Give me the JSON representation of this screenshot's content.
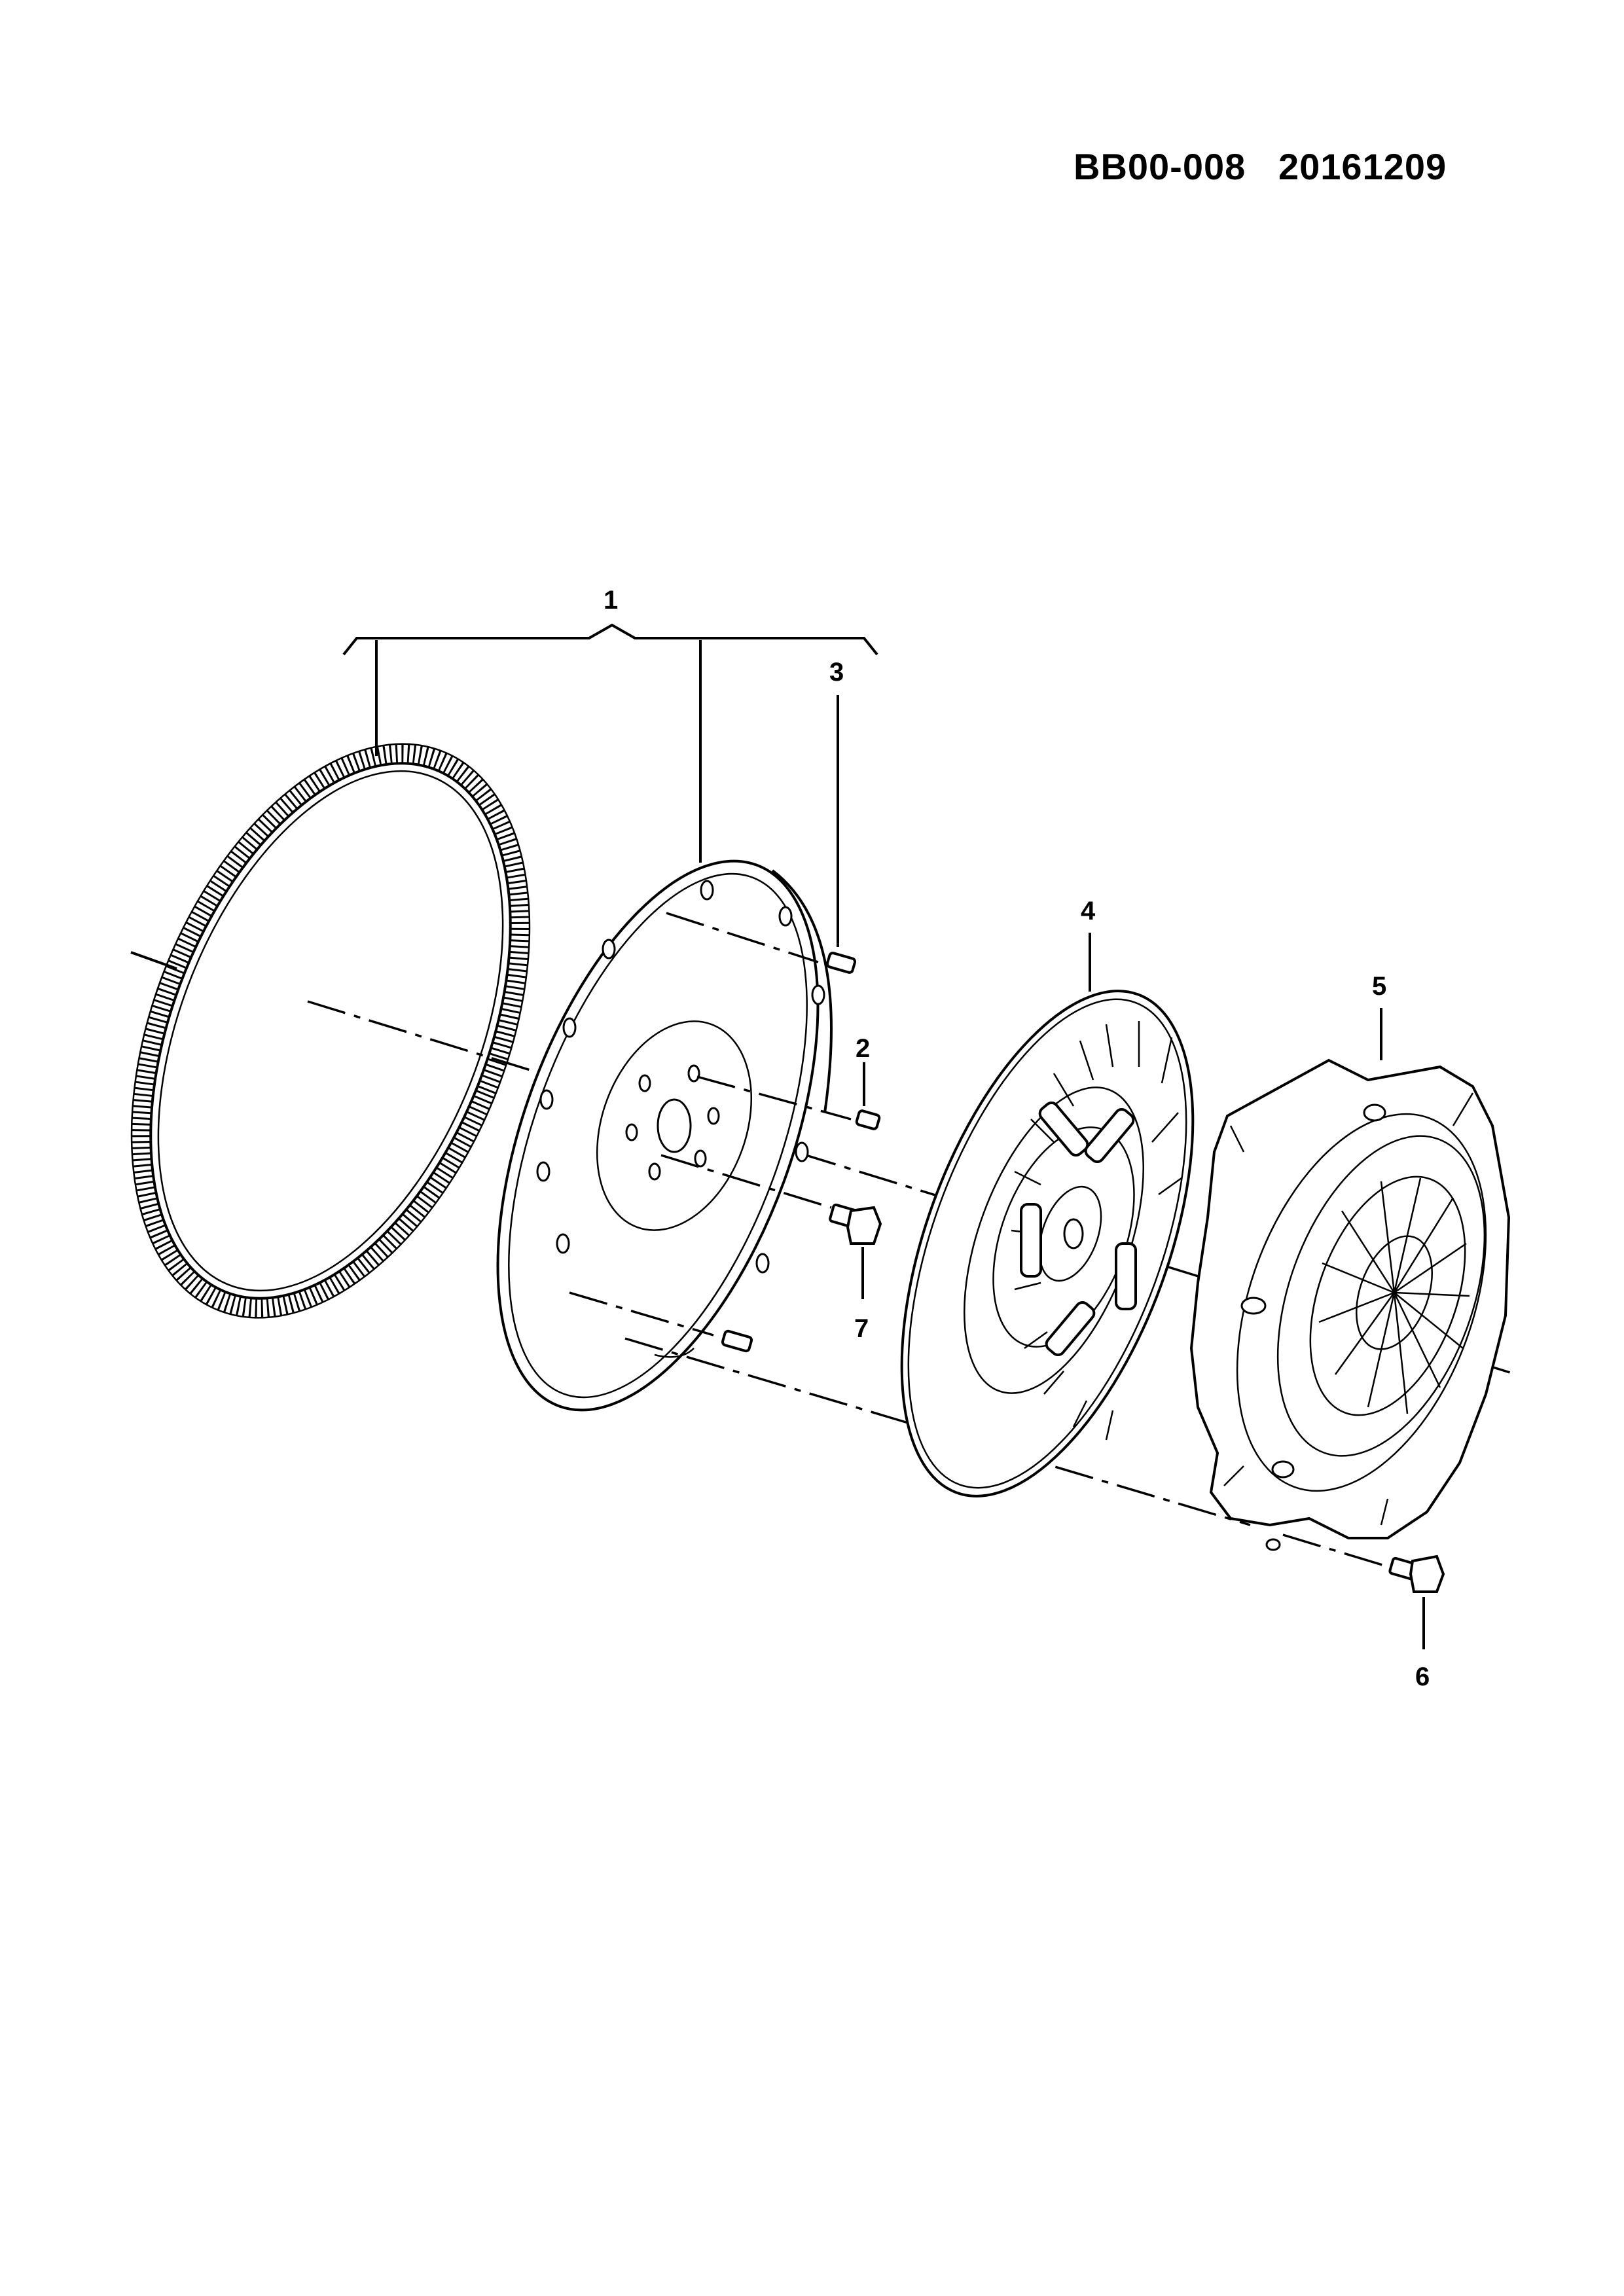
{
  "sheet": {
    "id": "BB00-008",
    "date": "20161209"
  },
  "callouts": [
    "1",
    "2",
    "3",
    "4",
    "5",
    "6",
    "7"
  ],
  "parts": [
    {
      "callout": "1",
      "icon": "flywheel-assembly-bracket"
    },
    {
      "callout": "2",
      "icon": "dowel-pin-icon"
    },
    {
      "callout": "3",
      "icon": "dowel-pin-icon"
    },
    {
      "callout": "4",
      "icon": "clutch-disc-icon"
    },
    {
      "callout": "5",
      "icon": "pressure-plate-icon"
    },
    {
      "callout": "6",
      "icon": "flange-bolt-icon"
    },
    {
      "callout": "7",
      "icon": "flange-bolt-icon"
    }
  ],
  "colors": {
    "ink": "#000000",
    "paper": "#ffffff"
  }
}
